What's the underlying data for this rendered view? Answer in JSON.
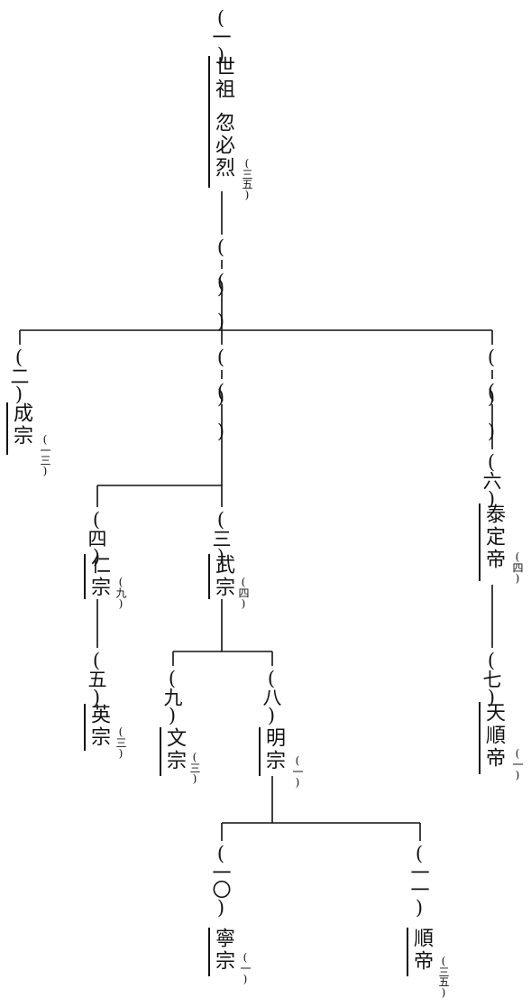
{
  "nodes": [
    {
      "id": "shizu",
      "index": "(一)",
      "name": "世祖",
      "personal": "忽必烈",
      "reign": "(三五)"
    },
    {
      "id": "chengzong",
      "index": "(二)",
      "name": "成宗",
      "reign": "(一三)"
    },
    {
      "id": "taiding",
      "index": "(六)",
      "name": "泰定帝",
      "reign": "(四)"
    },
    {
      "id": "tianshun",
      "index": "(七)",
      "name": "天順帝",
      "reign": "(一)"
    },
    {
      "id": "wuzong",
      "index": "(三)",
      "name": "武宗",
      "reign": "(四)"
    },
    {
      "id": "renzong",
      "index": "(四)",
      "name": "仁宗",
      "reign": "(九)"
    },
    {
      "id": "yingzong",
      "index": "(五)",
      "name": "英宗",
      "reign": "(三)"
    },
    {
      "id": "wenzong",
      "index": "(九)",
      "name": "文宗",
      "reign": "(三)"
    },
    {
      "id": "mingzong",
      "index": "(八)",
      "name": "明宗",
      "reign": "(一)"
    },
    {
      "id": "ningzong",
      "index": "(一〇)",
      "name": "寧宗",
      "reign": "(一)"
    },
    {
      "id": "shundi",
      "index": "(一一)",
      "name": "順帝",
      "reign": "(三五)"
    }
  ],
  "placeholders": [
    "( )",
    "( )",
    "( )",
    "( )",
    "( )",
    "( )"
  ]
}
